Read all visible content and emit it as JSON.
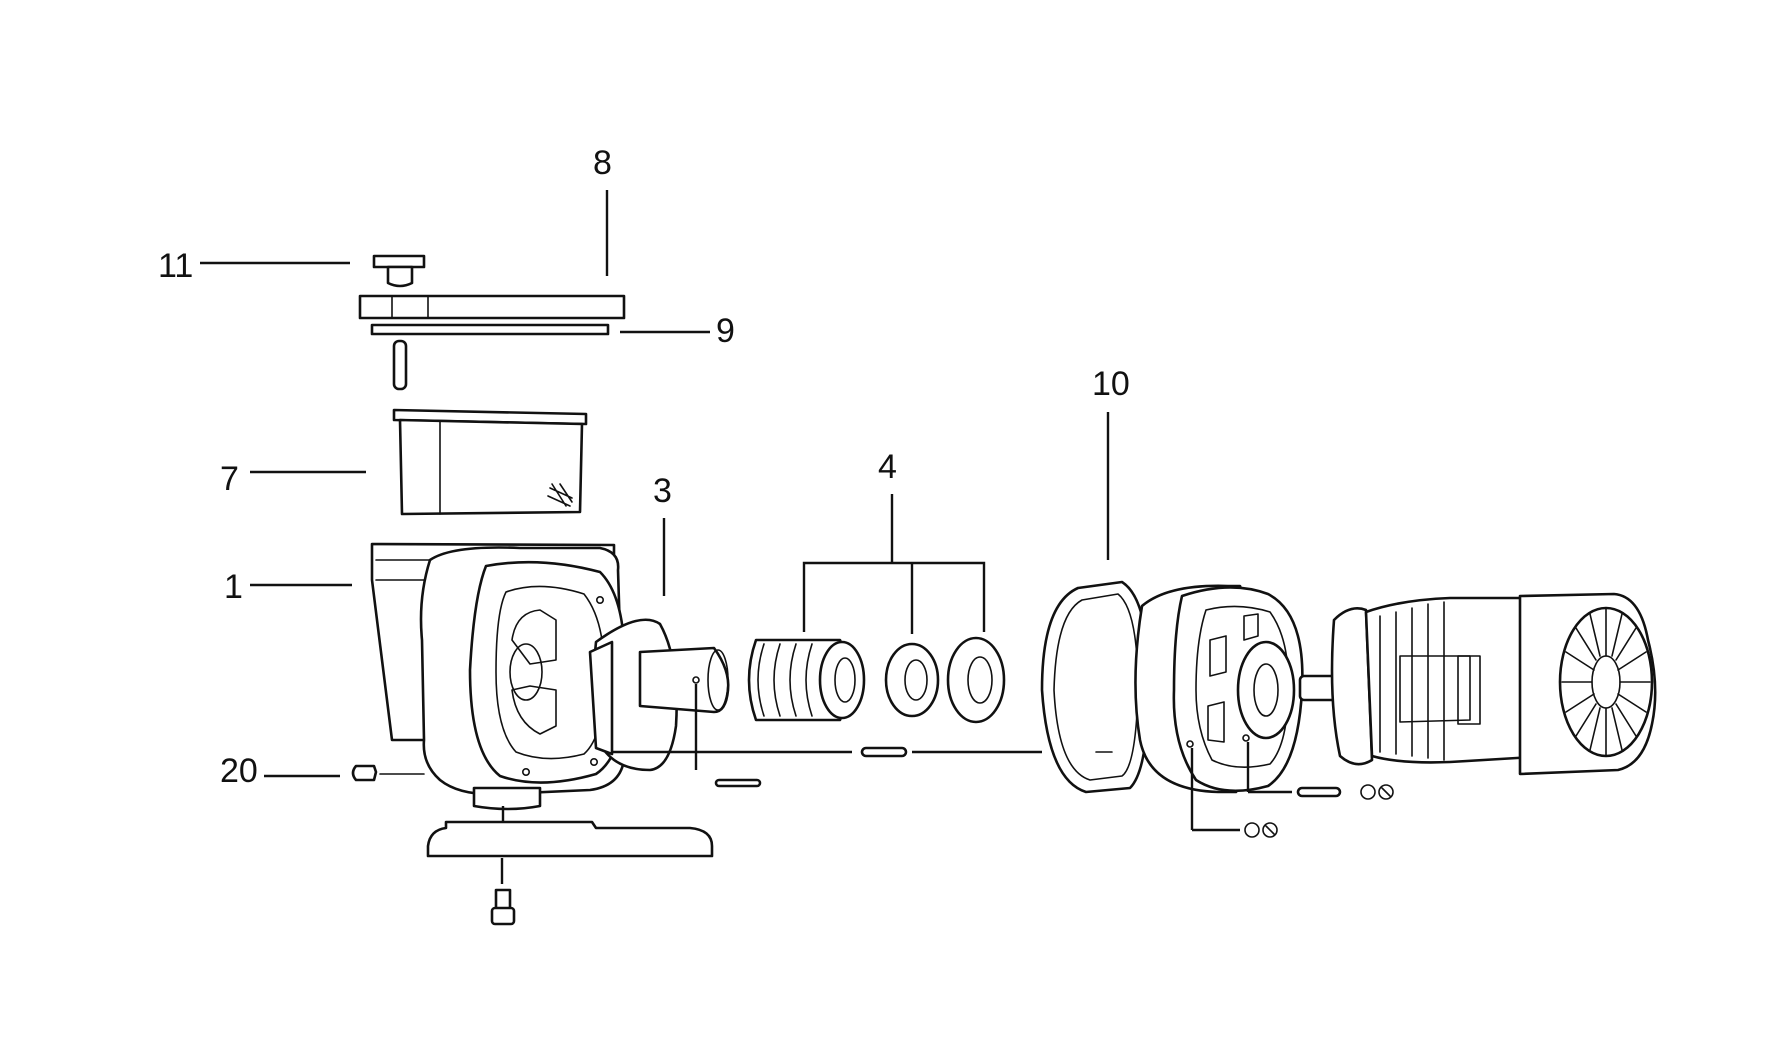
{
  "diagram": {
    "callouts": [
      {
        "id": "c8",
        "label": "8"
      },
      {
        "id": "c11",
        "label": "11"
      },
      {
        "id": "c9",
        "label": "9"
      },
      {
        "id": "c7",
        "label": "7"
      },
      {
        "id": "c1",
        "label": "1"
      },
      {
        "id": "c20",
        "label": "20"
      },
      {
        "id": "c3",
        "label": "3"
      },
      {
        "id": "c4",
        "label": "4"
      },
      {
        "id": "c10",
        "label": "10"
      }
    ]
  }
}
